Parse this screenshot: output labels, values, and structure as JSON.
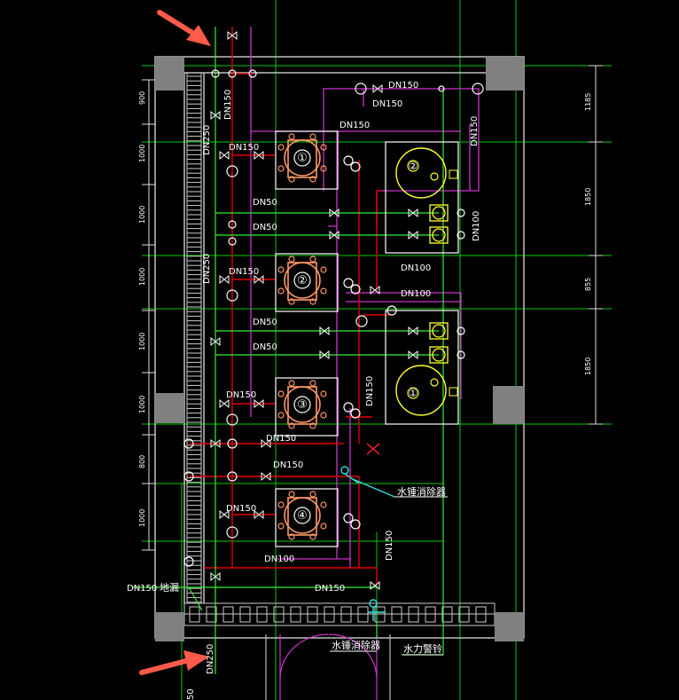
{
  "colors": {
    "bg": "#000000",
    "wall": "#bfbfbf",
    "column": "#808080",
    "grid": "#00cc00",
    "pipe_red": "#e00000",
    "pipe_magenta": "#cc33cc",
    "pipe_green": "#33ee33",
    "yellow": "#ffff33",
    "cyan": "#33dddd",
    "white": "#ffffff",
    "arrow": "#ff5a4a",
    "red_x": "#ff2020"
  },
  "pipe_labels": {
    "dn150_top": "DN150",
    "dn150_top2": "DN150",
    "dn150_mid_top": "DN150",
    "dn150_right_vert": "DN150",
    "dn150_vert_left": "DN150",
    "dn250_a": "DN250",
    "dn150_p1": "DN150",
    "dn50_1": "DN50",
    "dn50_2": "DN50",
    "dn100_vert": "DN100",
    "dn250_b": "DN250",
    "dn150_p2": "DN150",
    "dn100_a": "DN100",
    "dn100_b": "DN100",
    "dn50_3": "DN50",
    "dn50_4": "DN50",
    "dn150_p3": "DN150",
    "dn150_vert_mid": "DN150",
    "dn150_mid": "DN150",
    "dn150_mid2": "DN150",
    "dn150_p4": "DN150",
    "dn100_c": "DN100",
    "dn150_vert_low": "DN150",
    "dn150_bottom": "DN150",
    "dn150_left_bottom": "DN150",
    "dn250_bottom": "DN250"
  },
  "annotations": {
    "water_hammer_1": "水锤消除器",
    "water_hammer_2": "水锤消除器",
    "floor_drain": "地漏",
    "pressure_alarm": "水力警铃"
  },
  "pump_numbers": [
    "①",
    "②",
    "③",
    "④"
  ],
  "tank_numbers": [
    "②",
    "①"
  ],
  "dims_left": [
    "900",
    "1000",
    "1000",
    "1000",
    "1000",
    "1000",
    "800",
    "1000"
  ],
  "dims_right": [
    "1185",
    "1850",
    "855",
    "1850"
  ],
  "dim_bottom": "50"
}
